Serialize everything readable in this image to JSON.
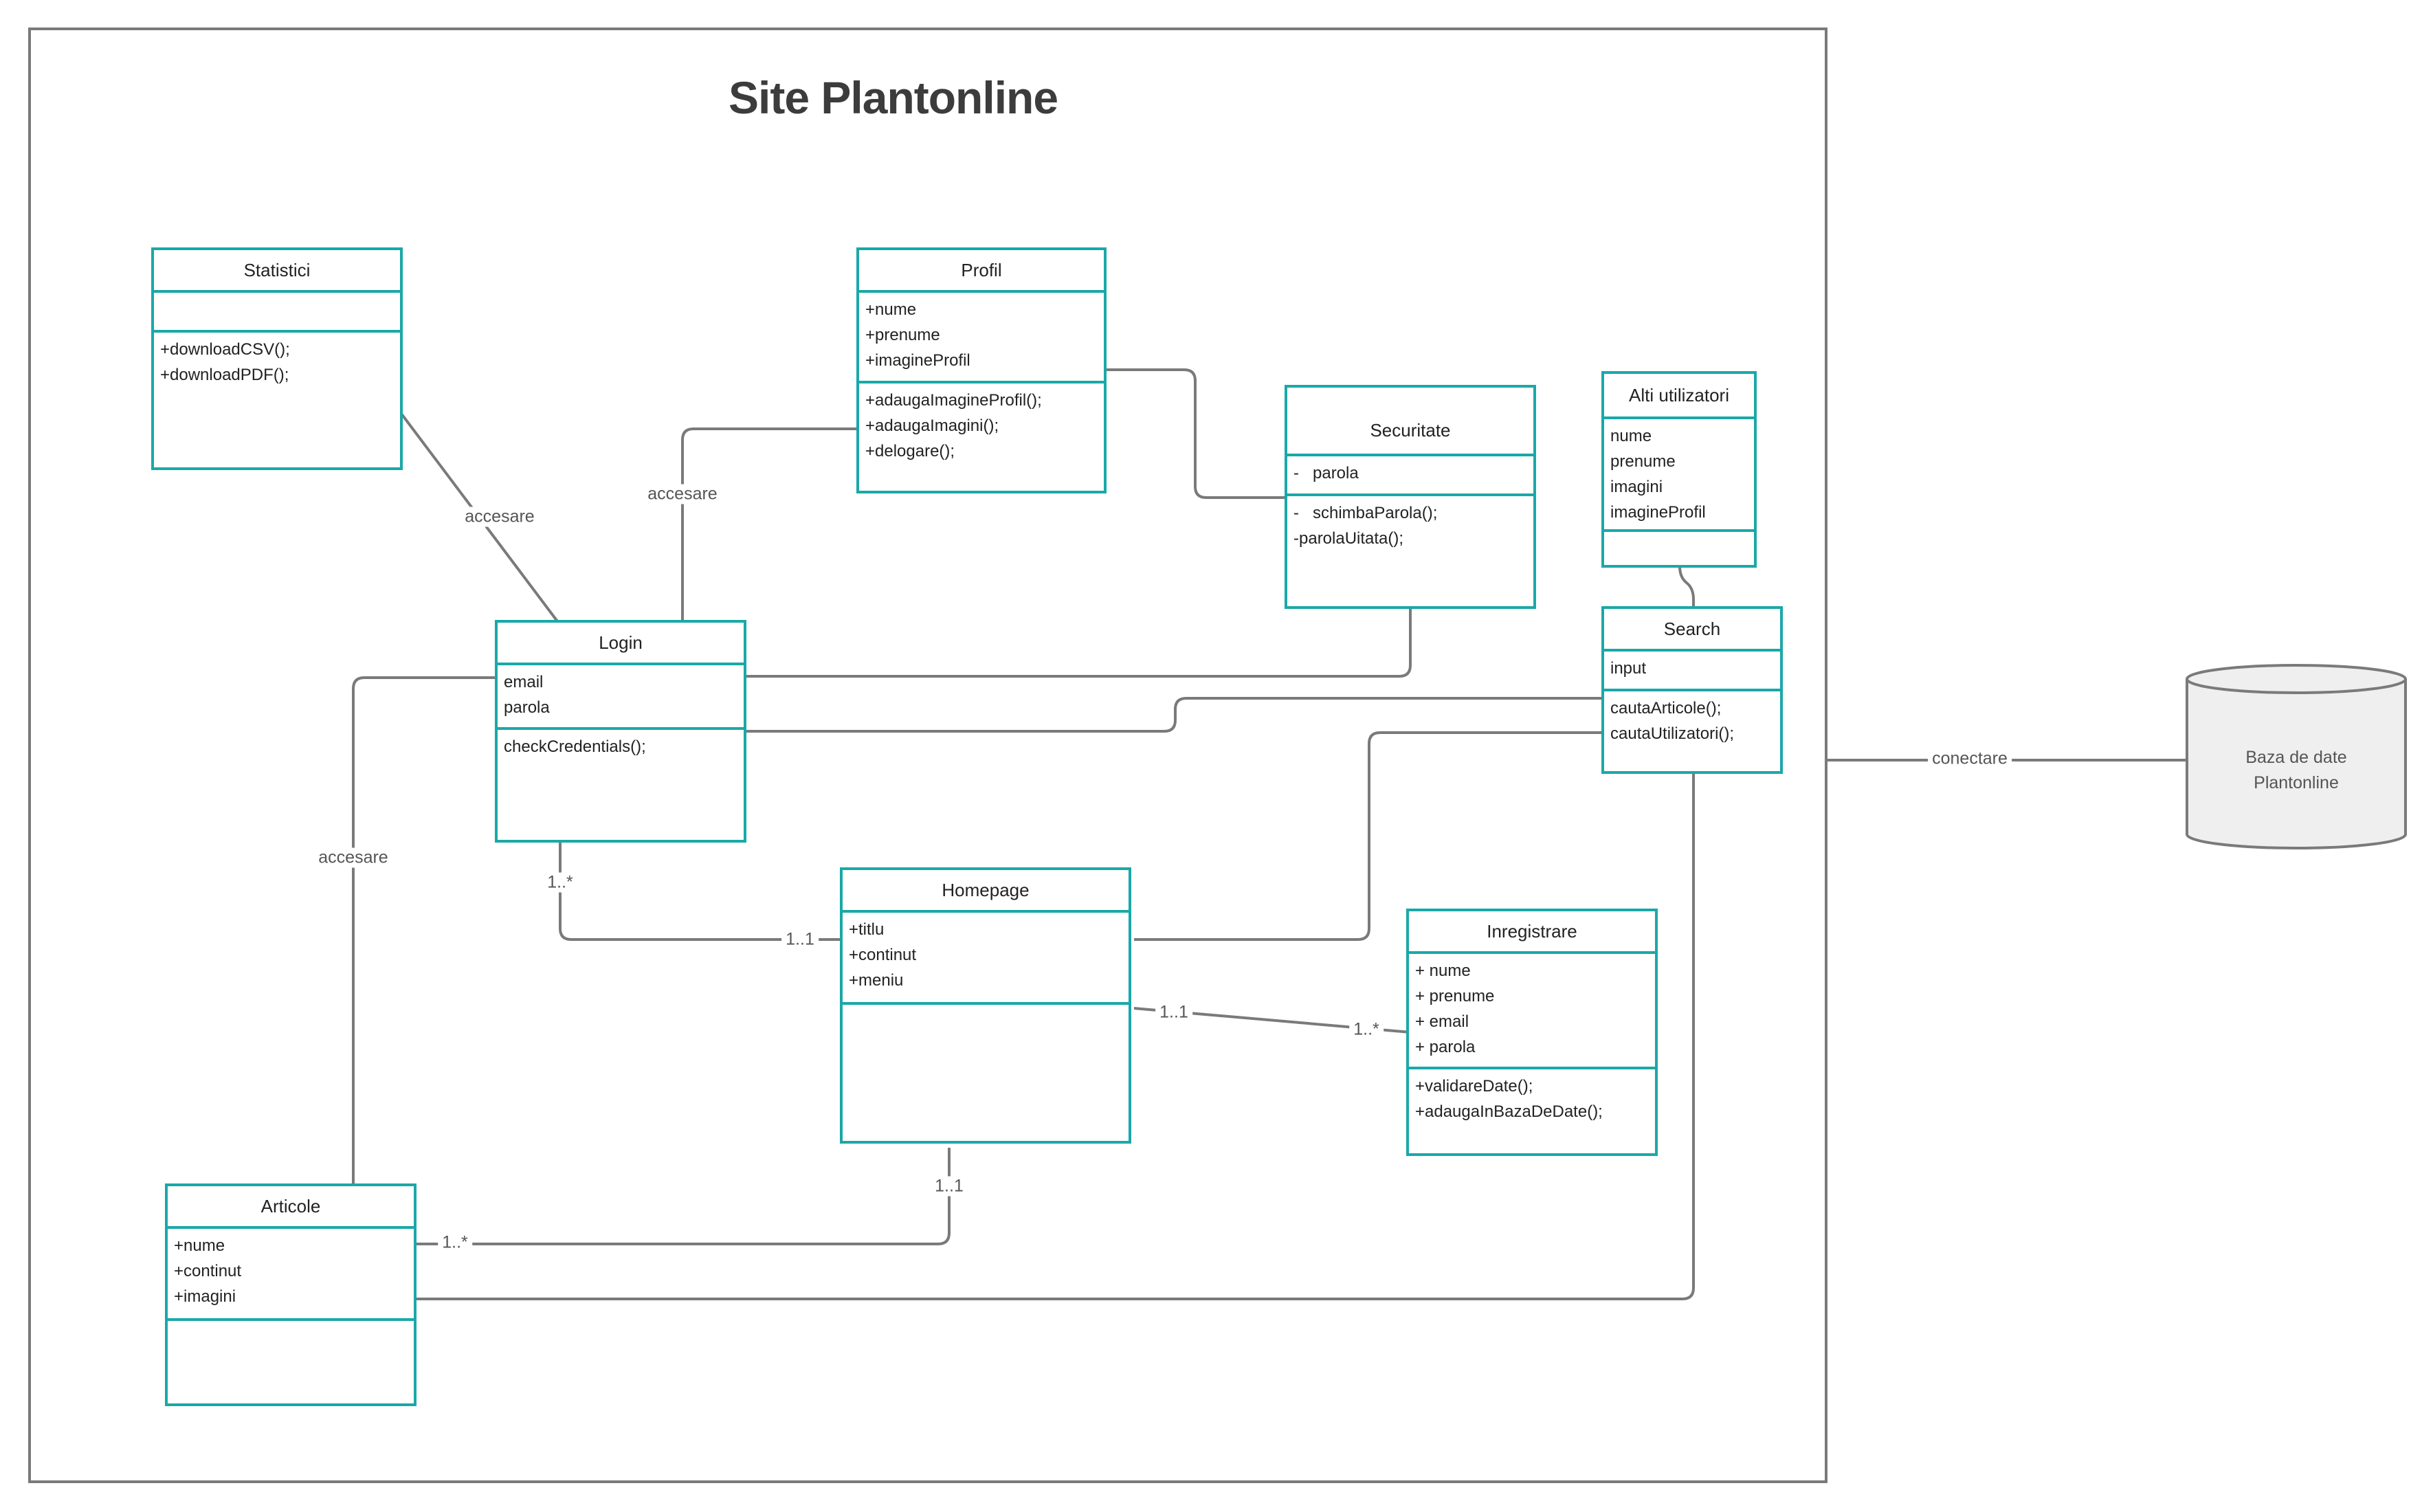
{
  "title": "Site Plantonline",
  "classes": {
    "statistici": {
      "name": "Statistici",
      "attributes": [],
      "operations": [
        "+downloadCSV();",
        "+downloadPDF();"
      ]
    },
    "profil": {
      "name": "Profil",
      "attributes": [
        "+nume",
        "+prenume",
        "+imagineProfil"
      ],
      "operations": [
        "+adaugaImagineProfil();",
        "+adaugaImagini();",
        "+delogare();"
      ]
    },
    "securitate": {
      "name": "Securitate",
      "attributes": [
        "-   parola"
      ],
      "operations": [
        "-   schimbaParola();",
        "-parolaUitata();"
      ]
    },
    "alti_utilizatori": {
      "name": "Alti utilizatori",
      "attributes": [
        "nume",
        "prenume",
        "imagini",
        "imagineProfil"
      ],
      "operations": []
    },
    "search": {
      "name": "Search",
      "attributes": [
        "input"
      ],
      "operations": [
        "cautaArticole();",
        "cautaUtilizatori();"
      ]
    },
    "login": {
      "name": "Login",
      "attributes": [
        "email",
        "parola"
      ],
      "operations": [
        "checkCredentials();"
      ]
    },
    "homepage": {
      "name": "Homepage",
      "attributes": [
        "+titlu",
        "+continut",
        "+meniu"
      ],
      "operations": []
    },
    "inregistrare": {
      "name": "Inregistrare",
      "attributes": [
        "+ nume",
        "+ prenume",
        "+ email",
        "+ parola"
      ],
      "operations": [
        "+validareDate();",
        "+adaugaInBazaDeDate();"
      ]
    },
    "articole": {
      "name": "Articole",
      "attributes": [
        "+nume",
        "+continut",
        "+imagini"
      ],
      "operations": []
    }
  },
  "labels": {
    "accesare_statistici": "accesare",
    "accesare_profil": "accesare",
    "accesare_articole": "accesare",
    "conectare": "conectare",
    "login_mult": "1..*",
    "homepage_login_mult": "1..1",
    "homepage_inreg_mult": "1..1",
    "inreg_mult": "1..*",
    "homepage_articole_mult": "1..1",
    "articole_mult": "1..*"
  },
  "database": {
    "line1": "Baza de date",
    "line2": "Plantonline"
  },
  "colors": {
    "class_border": "#1aa8a8",
    "connector": "#7a7a7a",
    "frame": "#7a7a7a",
    "database_fill": "#efefef"
  }
}
